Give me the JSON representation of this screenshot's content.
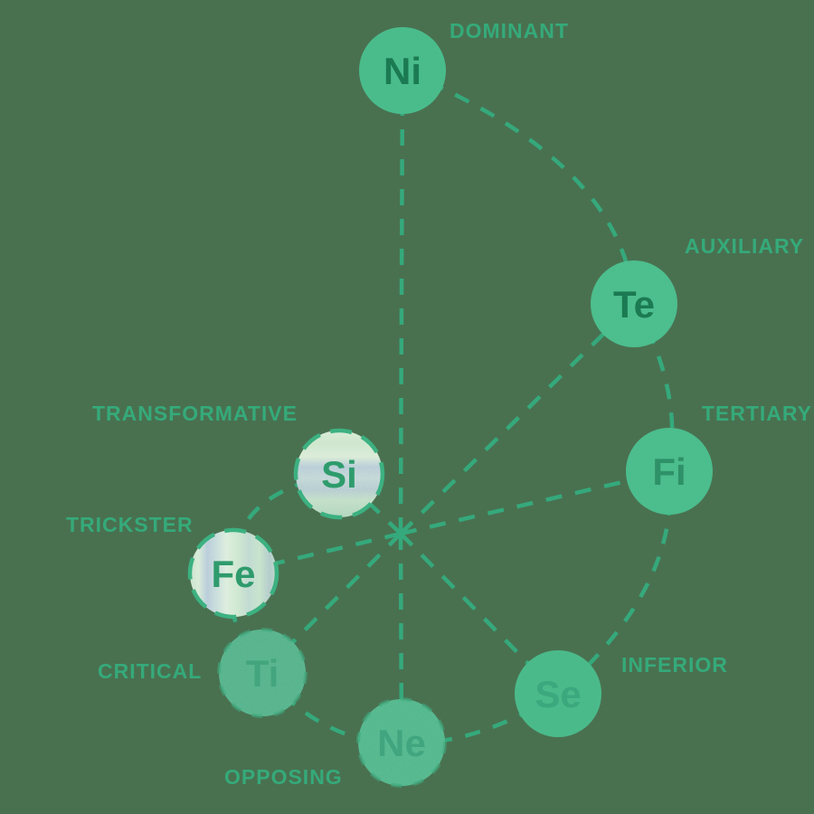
{
  "diagram_type": "cognitive-function-spiral",
  "colors": {
    "background": "#497150",
    "dash": "#35a97c",
    "label": "#35aa7a",
    "ring": "#3cb181",
    "ring_subtle": "#3fa87d"
  },
  "nodes": [
    {
      "symbol": "Ni",
      "role": "DOMINANT",
      "appearance": "solid",
      "fill": "#4abc8c",
      "symbol_color": "#1b7a52"
    },
    {
      "symbol": "Te",
      "role": "AUXILIARY",
      "appearance": "solid",
      "fill": "#4dbe8e",
      "symbol_color": "#1b7a52"
    },
    {
      "symbol": "Fi",
      "role": "TERTIARY",
      "appearance": "solid",
      "fill": "#4cbd8d",
      "symbol_color": "#2e9168"
    },
    {
      "symbol": "Se",
      "role": "INFERIOR",
      "appearance": "solid",
      "fill": "#4bba8a",
      "symbol_color": "#3ba87d"
    },
    {
      "symbol": "Ne",
      "role": "OPPOSING",
      "appearance": "dashed-ring",
      "fill": "#50b78b",
      "symbol_color": "#41a67f"
    },
    {
      "symbol": "Ti",
      "role": "CRITICAL",
      "appearance": "dashed-ring",
      "fill": "#53b38a",
      "symbol_color": "#43a57e"
    },
    {
      "symbol": "Fe",
      "role": "TRICKSTER",
      "appearance": "glitch",
      "fill": "glitch-texture",
      "symbol_color": "#2f9b6c"
    },
    {
      "symbol": "Si",
      "role": "TRANSFORMATIVE",
      "appearance": "glitch",
      "fill": "glitch-texture",
      "symbol_color": "#2e9c6c"
    }
  ]
}
